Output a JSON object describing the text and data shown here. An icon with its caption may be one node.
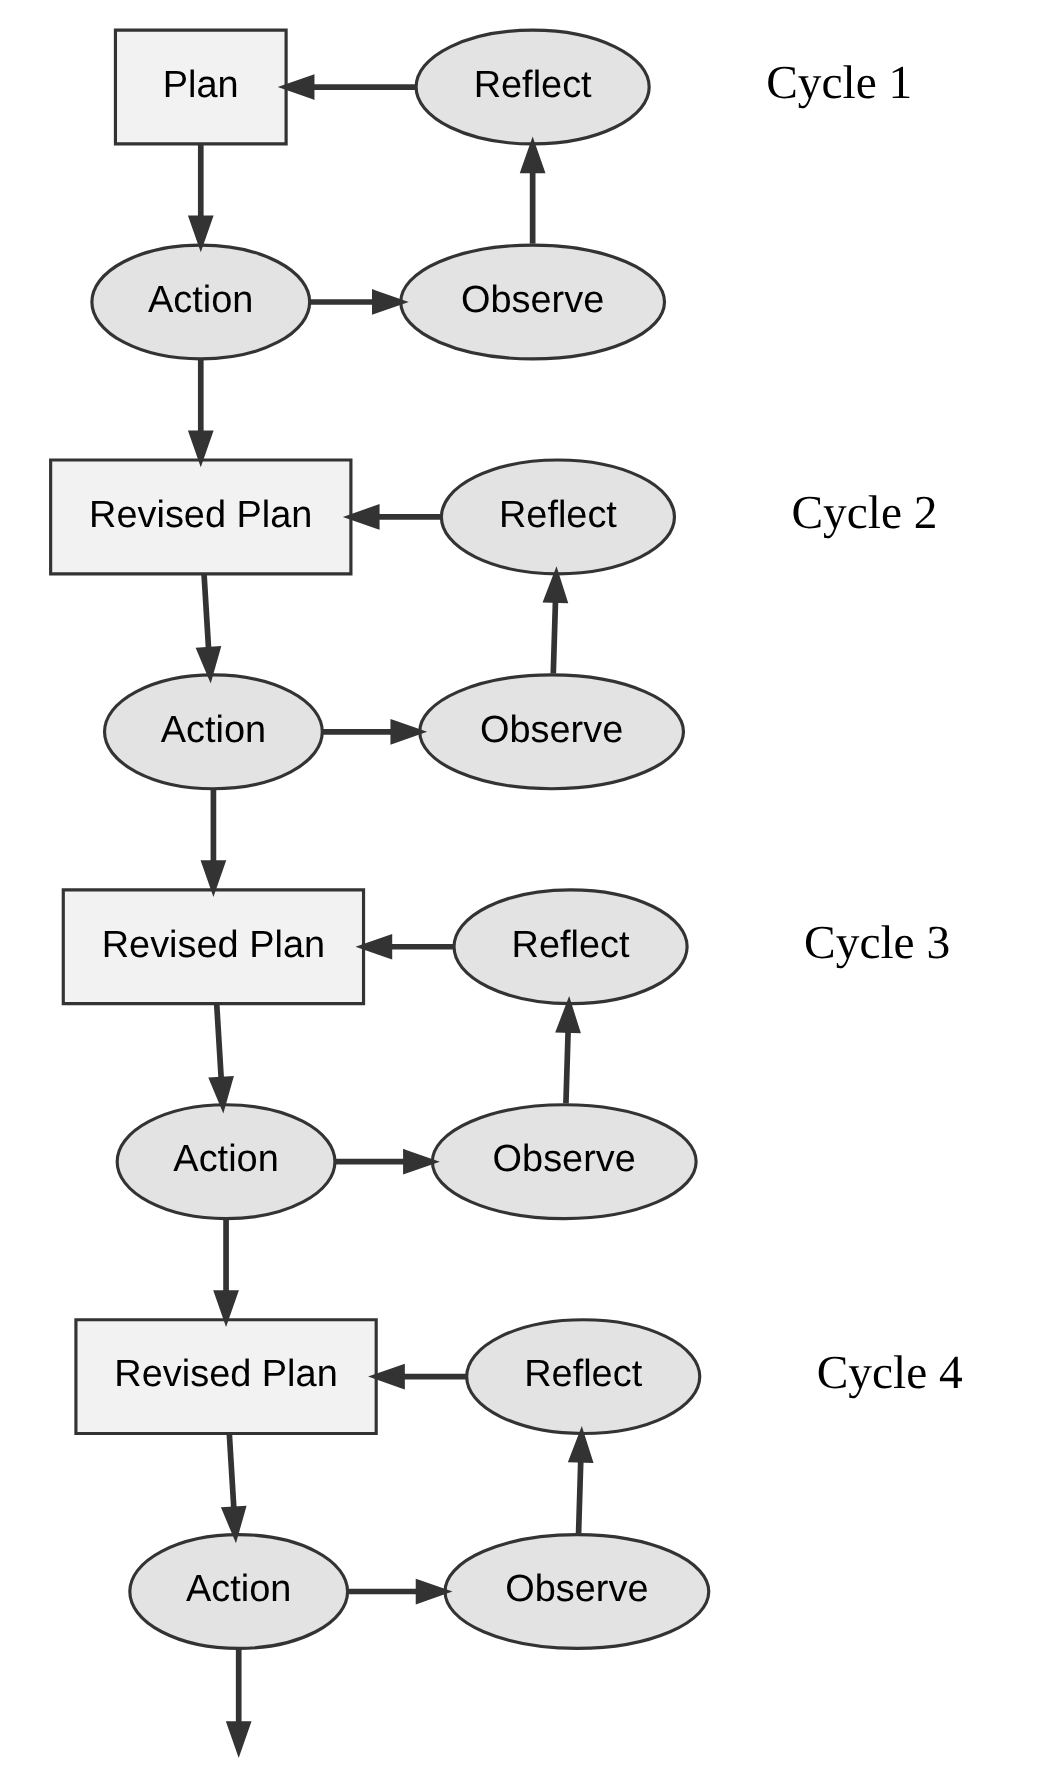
{
  "diagram": {
    "nodes": [
      {
        "text": [
          "Plan"
        ]
      },
      {
        "text": [
          "Action"
        ]
      },
      {
        "text": [
          "Observe"
        ]
      },
      {
        "text": [
          "Reflect"
        ]
      },
      {
        "text": [
          "Revised Plan"
        ]
      },
      {
        "text": [
          "Action"
        ]
      },
      {
        "text": [
          "Observe"
        ]
      },
      {
        "text": [
          "Reflect"
        ]
      },
      {
        "text": [
          "Revised Plan"
        ]
      },
      {
        "text": [
          "Action"
        ]
      },
      {
        "text": [
          "Observe"
        ]
      },
      {
        "text": [
          "Reflect"
        ]
      },
      {
        "text": [
          "Revised Plan"
        ]
      },
      {
        "text": [
          "Action"
        ]
      },
      {
        "text": [
          "Observe"
        ]
      },
      {
        "text": [
          "Reflect"
        ]
      }
    ],
    "edges": [
      {
        "from": 0,
        "to": 1,
        "arrow": "to"
      },
      {
        "from": 1,
        "to": 2,
        "arrow": "to"
      },
      {
        "from": 2,
        "to": 3,
        "arrow": "to"
      },
      {
        "from": 3,
        "to": 0,
        "arrow": "to"
      },
      {
        "from": 1,
        "to": 4,
        "arrow": "to"
      },
      {
        "from": 4,
        "to": 5,
        "arrow": "to"
      },
      {
        "from": 5,
        "to": 6,
        "arrow": "to"
      },
      {
        "from": 6,
        "to": 7,
        "arrow": "to"
      },
      {
        "from": 7,
        "to": 4,
        "arrow": "to"
      },
      {
        "from": 5,
        "to": 8,
        "arrow": "to"
      },
      {
        "from": 8,
        "to": 9,
        "arrow": "to"
      },
      {
        "from": 9,
        "to": 10,
        "arrow": "to"
      },
      {
        "from": 10,
        "to": 11,
        "arrow": "to"
      },
      {
        "from": 11,
        "to": 8,
        "arrow": "to"
      },
      {
        "from": 9,
        "to": 12,
        "arrow": "to"
      },
      {
        "from": 12,
        "to": 13,
        "arrow": "to"
      },
      {
        "from": 13,
        "to": 14,
        "arrow": "to"
      },
      {
        "from": 14,
        "to": 15,
        "arrow": "to"
      },
      {
        "from": 15,
        "to": 12,
        "arrow": "to"
      },
      {
        "from": 13,
        "to": null,
        "arrow": "to"
      }
    ],
    "labels": [
      "Cycle 1",
      "Cycle 2",
      "Cycle 3",
      "Cycle 4"
    ]
  }
}
